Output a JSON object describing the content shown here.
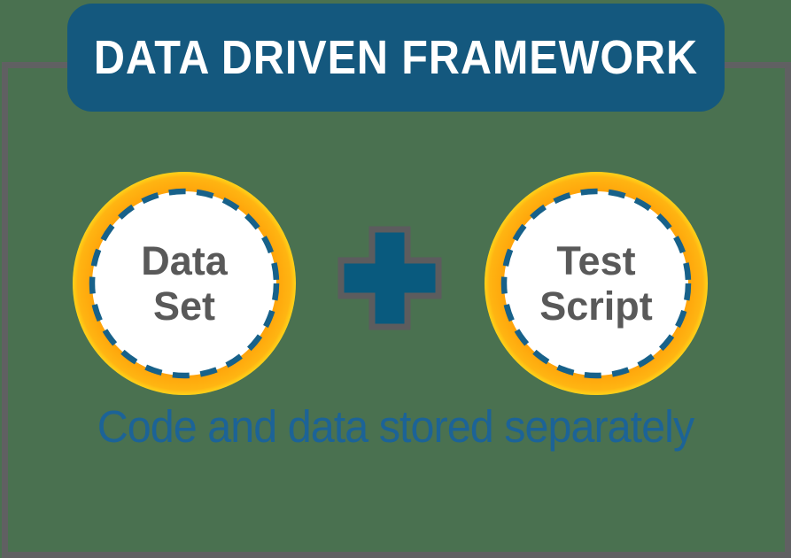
{
  "banner": {
    "title": "DATA DRIVEN FRAMEWORK"
  },
  "diagram": {
    "left_circle": {
      "line1": "Data",
      "line2": "Set"
    },
    "operator_icon": "plus-icon",
    "right_circle": {
      "line1": "Test",
      "line2": "Script"
    },
    "caption": "Code and data stored separately"
  },
  "colors": {
    "background_green": "#4A7150",
    "frame_border_gray": "#606062",
    "banner_blue": "#14587E",
    "banner_text_white": "#FFFFFF",
    "ring_orange": "#FFA80D",
    "ring_yellow_rim": "#FFD31A",
    "dashed_ring_blue": "#17618A",
    "circle_label_gray": "#595959",
    "plus_fill_blue": "#095A7E",
    "plus_border_gray": "#5C5C5E",
    "caption_blue": "#1C6397"
  }
}
